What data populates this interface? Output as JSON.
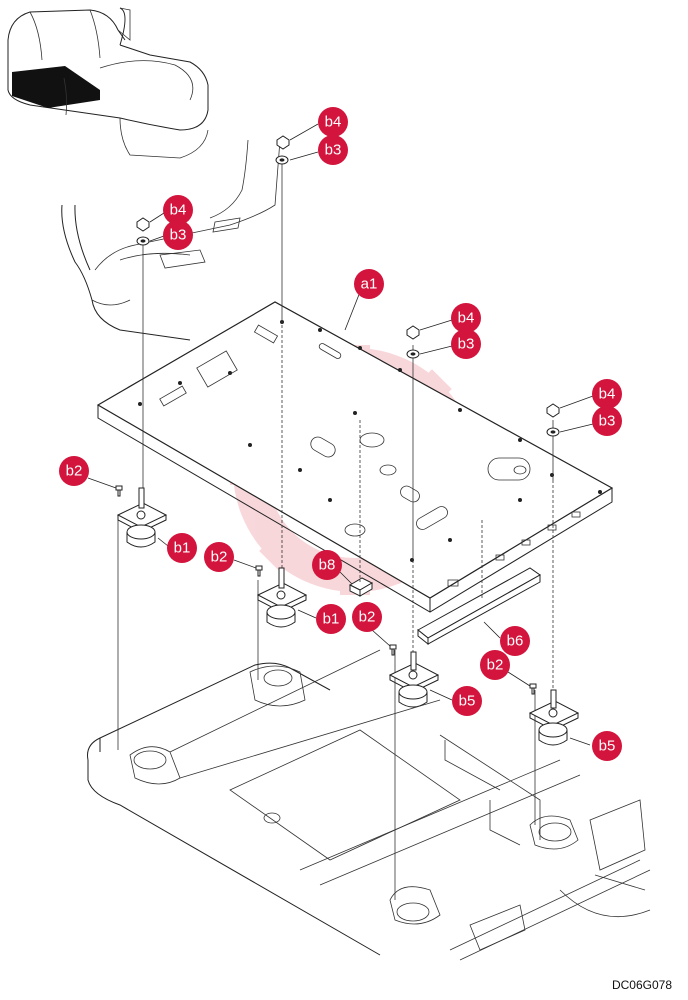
{
  "drawing_code": "DC06G078",
  "colors": {
    "callout": "#d3143c",
    "watermark": "#f4b8bf",
    "line": "#222222"
  },
  "callouts": [
    {
      "id": "b4-top",
      "label": "b4"
    },
    {
      "id": "b3-top",
      "label": "b3"
    },
    {
      "id": "b4-left",
      "label": "b4"
    },
    {
      "id": "b3-left",
      "label": "b3"
    },
    {
      "id": "a1",
      "label": "a1"
    },
    {
      "id": "b4-mid",
      "label": "b4"
    },
    {
      "id": "b3-mid",
      "label": "b3"
    },
    {
      "id": "b4-right",
      "label": "b4"
    },
    {
      "id": "b3-right",
      "label": "b3"
    },
    {
      "id": "b2-left",
      "label": "b2"
    },
    {
      "id": "b1-left",
      "label": "b1"
    },
    {
      "id": "b2-center",
      "label": "b2"
    },
    {
      "id": "b8",
      "label": "b8"
    },
    {
      "id": "b1-center",
      "label": "b1"
    },
    {
      "id": "b2-midright",
      "label": "b2"
    },
    {
      "id": "b6",
      "label": "b6"
    },
    {
      "id": "b2-right",
      "label": "b2"
    },
    {
      "id": "b5-mid",
      "label": "b5"
    },
    {
      "id": "b5-right",
      "label": "b5"
    }
  ]
}
